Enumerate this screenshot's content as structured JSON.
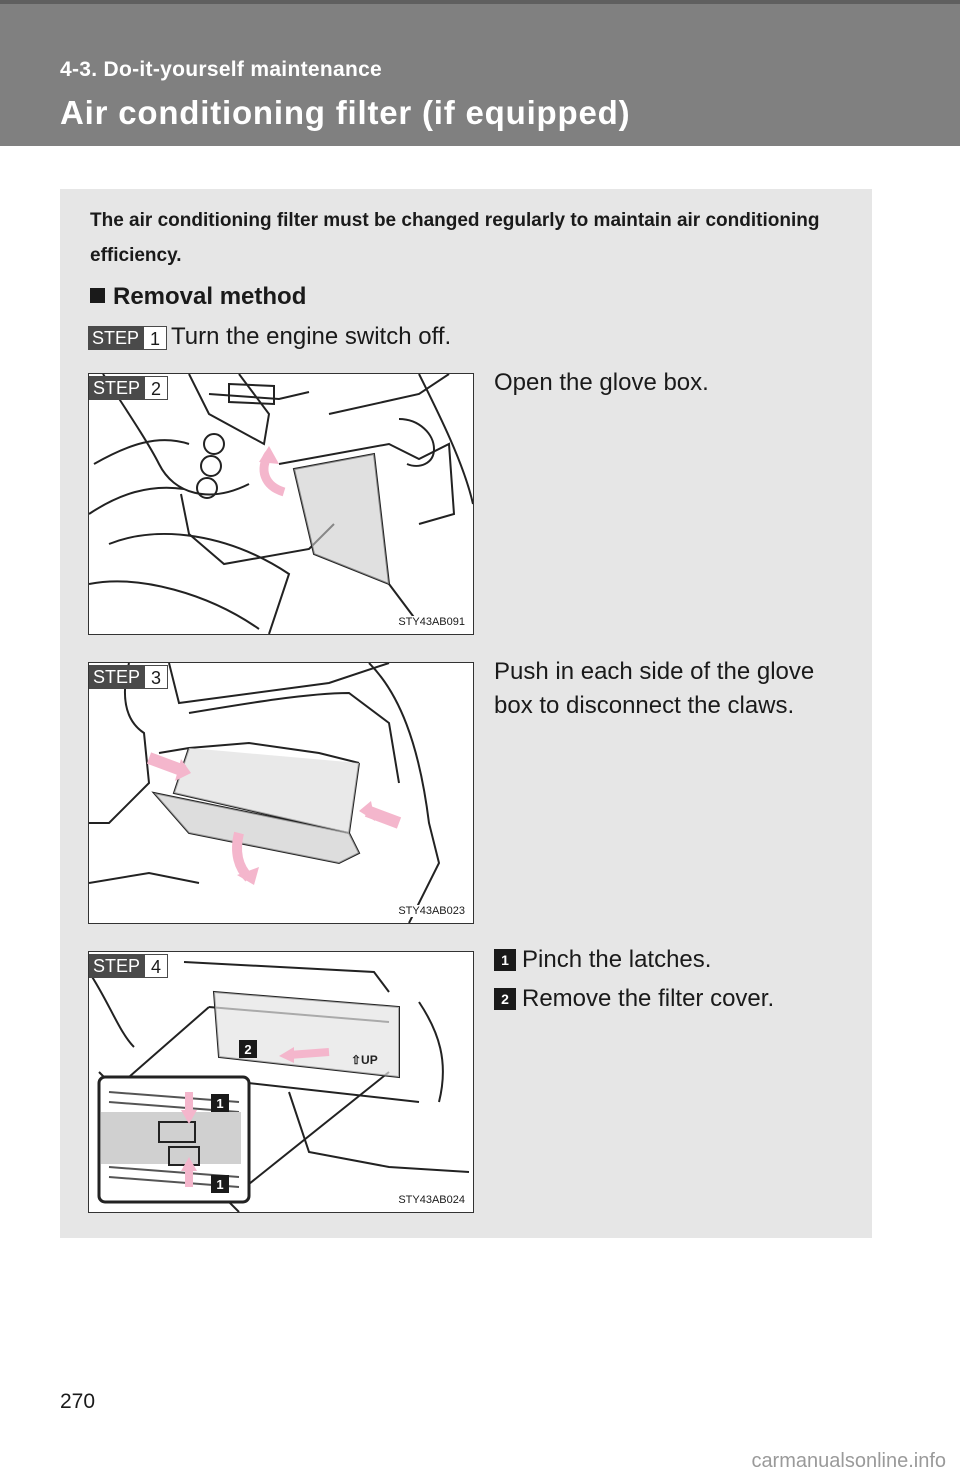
{
  "header": {
    "section": "4-3. Do-it-yourself maintenance",
    "title": "Air conditioning filter (if equipped)"
  },
  "intro": "The air conditioning filter must be changed regularly to maintain air conditioning efficiency.",
  "subheading": "Removal method",
  "step_word": "STEP",
  "steps": [
    {
      "number": "1",
      "text": "Turn the engine switch off."
    },
    {
      "number": "2",
      "text": "Open the glove box.",
      "figure_code": "STY43AB091"
    },
    {
      "number": "3",
      "text": "Push in each side of the glove box to disconnect the claws.",
      "figure_code": "STY43AB023"
    },
    {
      "number": "4",
      "figure_code": "STY43AB024",
      "callouts": [
        {
          "number": "1",
          "text": "Pinch the latches."
        },
        {
          "number": "2",
          "text": "Remove the filter cover."
        }
      ],
      "figure_marks": {
        "up": "⇧UP",
        "marker_1": "1",
        "marker_2": "2"
      }
    }
  ],
  "page_number": "270",
  "watermark": "carmanualsonline.info",
  "colors": {
    "header_band": "#808080",
    "panel": "#e6e6e6",
    "arrow_pink": "#f4b6cc"
  }
}
